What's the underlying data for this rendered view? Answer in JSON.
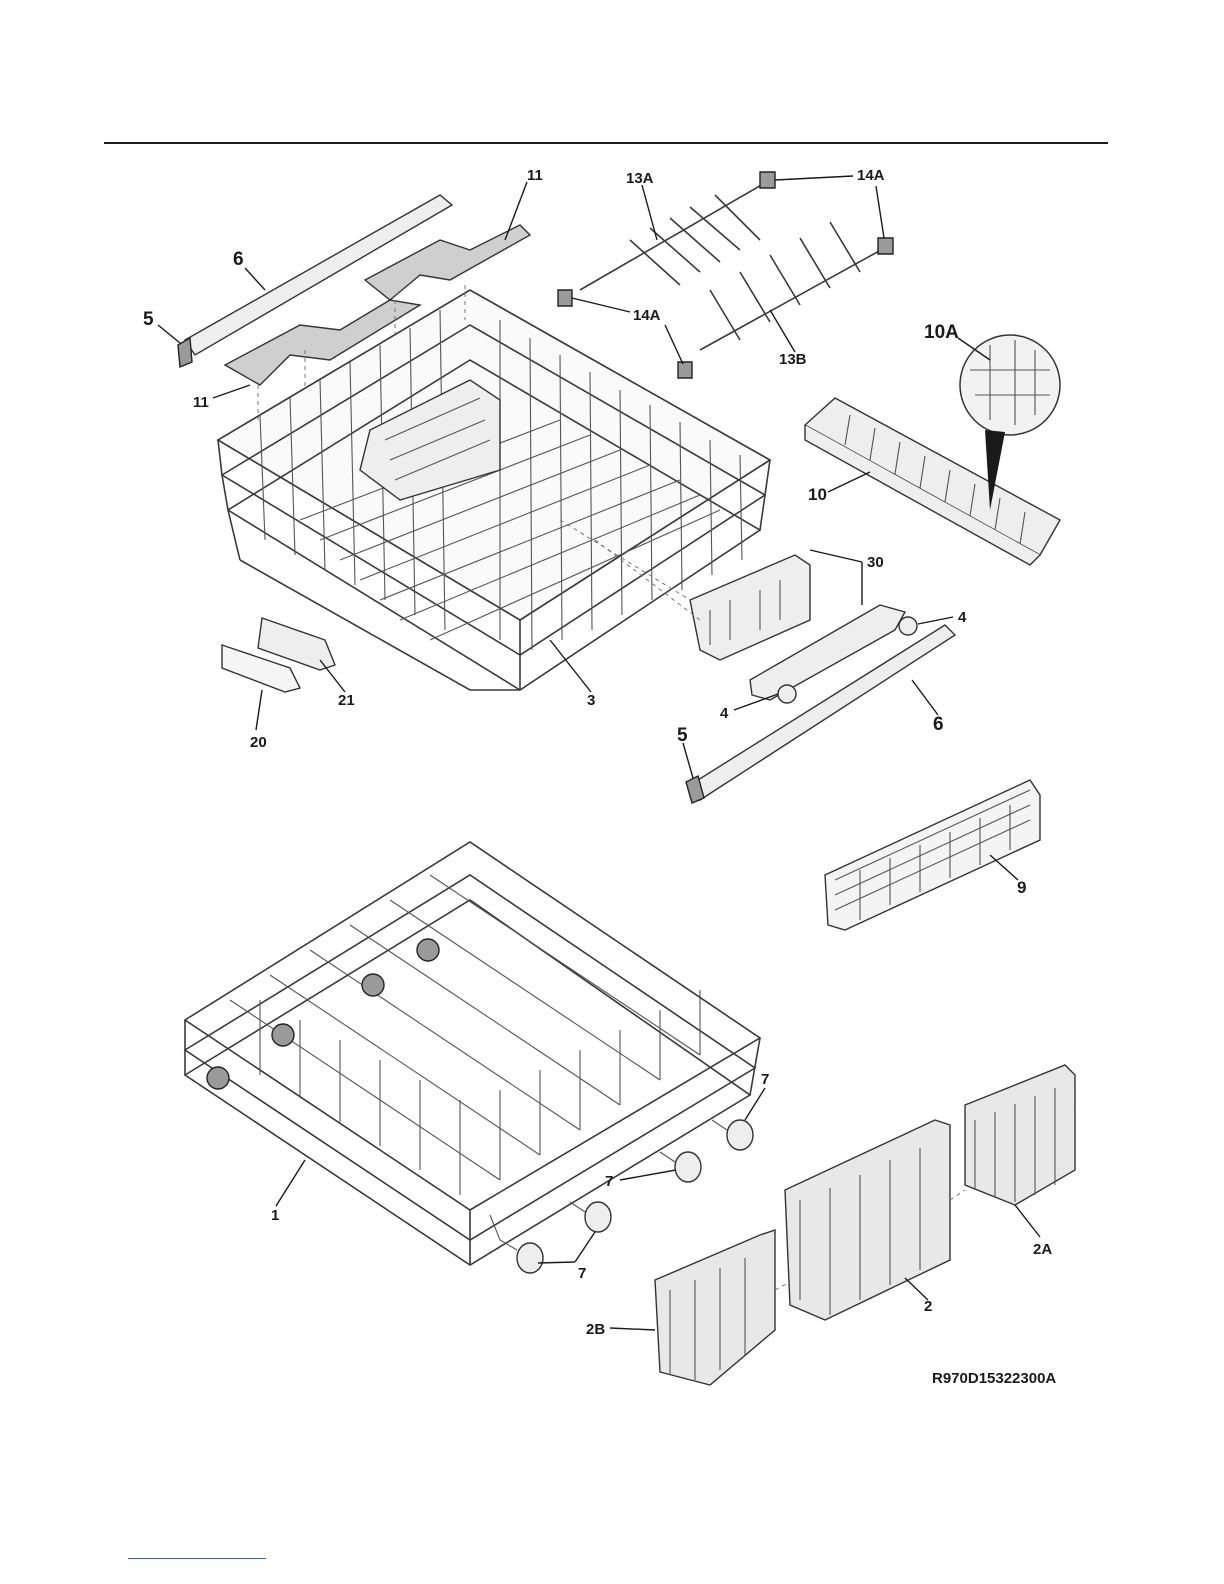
{
  "labels": {
    "l11a": "11",
    "l6a": "6",
    "l5a": "5",
    "l11b": "11",
    "l13a": "13A",
    "l14a_top": "14A",
    "l14a_mid": "14A",
    "l13b": "13B",
    "l14a_low": "14A",
    "l10a": "10A",
    "l10": "10",
    "l30": "30",
    "l4a": "4",
    "l4b": "4",
    "l6b": "6",
    "l5b": "5",
    "l3": "3",
    "l21": "21",
    "l20": "20",
    "l9": "9",
    "l7a": "7",
    "l7b": "7",
    "l7c": "7",
    "l1": "1",
    "l2a": "2A",
    "l2": "2",
    "l2b": "2B"
  },
  "drawing_code": "R970D15322300A"
}
